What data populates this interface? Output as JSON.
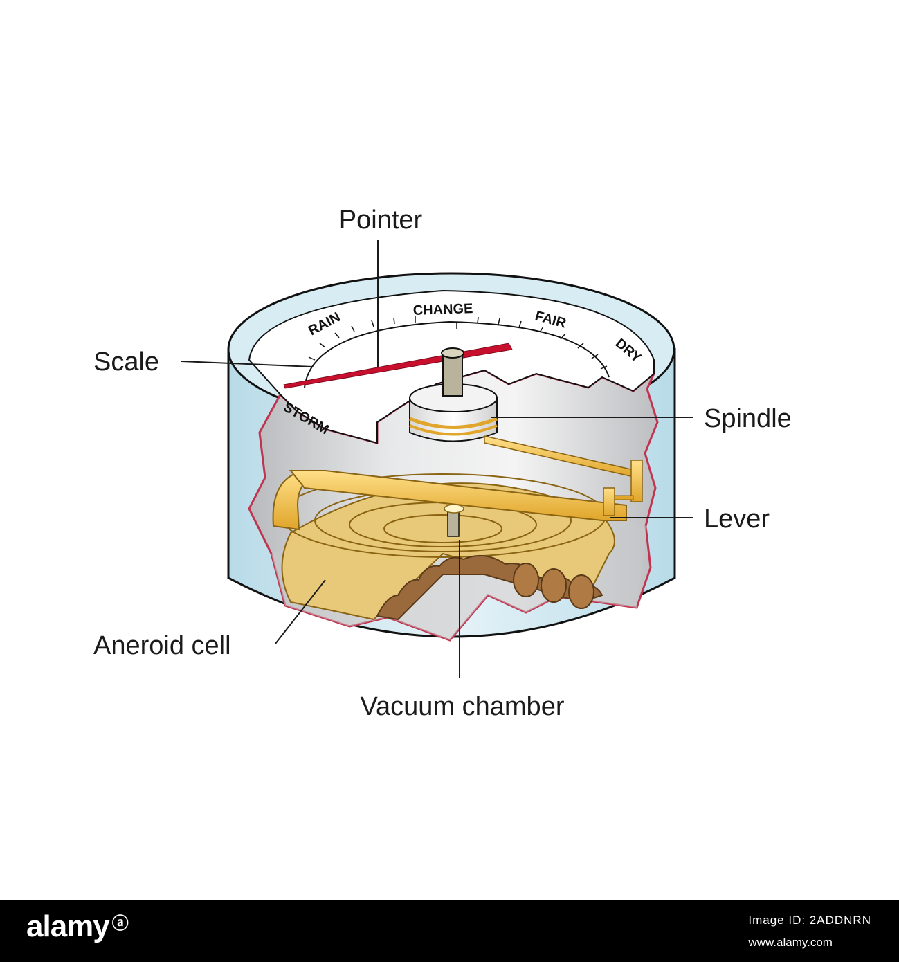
{
  "labels": {
    "pointer": "Pointer",
    "scale": "Scale",
    "spindle": "Spindle",
    "lever": "Lever",
    "aneroid_cell": "Aneroid cell",
    "vacuum_chamber": "Vacuum chamber"
  },
  "dial_words": {
    "storm": "STORM",
    "rain": "RAIN",
    "change": "CHANGE",
    "fair": "FAIR",
    "dry": "DRY"
  },
  "footer": {
    "logo": "alamy",
    "logo_icon": "a-icon",
    "image_id": "Image ID: 2ADDNRN",
    "url": "www.alamy.com"
  },
  "colors": {
    "case_blue": "#cde7f0",
    "cutaway_red": "#c0344f",
    "pointer_red": "#c8102e",
    "brass": "#f2c649",
    "cell_tan": "#e8c97a",
    "chamber_brown": "#9a6a3c"
  }
}
